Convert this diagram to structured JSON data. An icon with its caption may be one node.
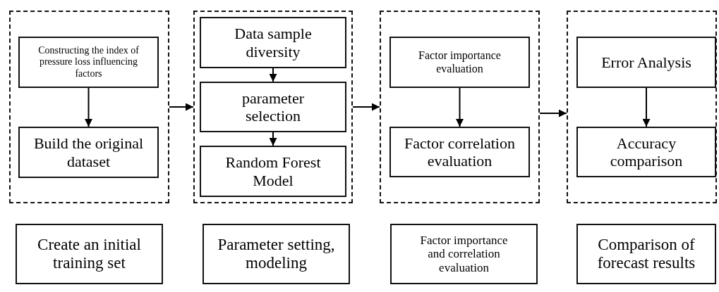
{
  "diagram": {
    "nodes": [
      {
        "text": [],
        "shape": "box"
      },
      {
        "text": [
          "Constructing the index of pressure loss influencing factors"
        ],
        "in": 0
      },
      {
        "text": [
          "Build the original dataset"
        ],
        "in": 0
      },
      {
        "text": [],
        "shape": "box"
      },
      {
        "text": [
          "Data sample diversity"
        ],
        "in": 3
      },
      {
        "text": [
          "parameter selection"
        ],
        "in": 3
      },
      {
        "text": [
          "Random Forest Model"
        ],
        "in": 3
      },
      {
        "text": [],
        "shape": "box"
      },
      {
        "text": [
          "Factor importance evaluation"
        ],
        "in": 7
      },
      {
        "text": [
          "Factor correlation evaluation"
        ],
        "in": 7
      },
      {
        "text": [],
        "shape": "box"
      },
      {
        "text": [
          "Error Analysis"
        ],
        "in": 10
      },
      {
        "text": [
          "Accuracy comparison"
        ],
        "in": 10
      },
      {
        "text": [
          "Create an initial training set"
        ]
      },
      {
        "text": [
          "Parameter setting, modeling"
        ]
      },
      {
        "text": [
          "Factor importance and correlation evaluation"
        ]
      },
      {
        "text": [
          "Comparison of forecast results"
        ]
      }
    ],
    "edges": [
      {
        "from": 1,
        "to": 2,
        "arrow": "to"
      },
      {
        "from": 0,
        "to": 3,
        "arrow": "to"
      },
      {
        "from": 4,
        "to": 5,
        "arrow": "to"
      },
      {
        "from": 5,
        "to": 6,
        "arrow": "to"
      },
      {
        "from": 3,
        "to": 7,
        "arrow": "to"
      },
      {
        "from": 8,
        "to": 9,
        "arrow": "to"
      },
      {
        "from": 7,
        "to": 10,
        "arrow": "to"
      },
      {
        "from": 11,
        "to": 12,
        "arrow": "to"
      }
    ]
  }
}
